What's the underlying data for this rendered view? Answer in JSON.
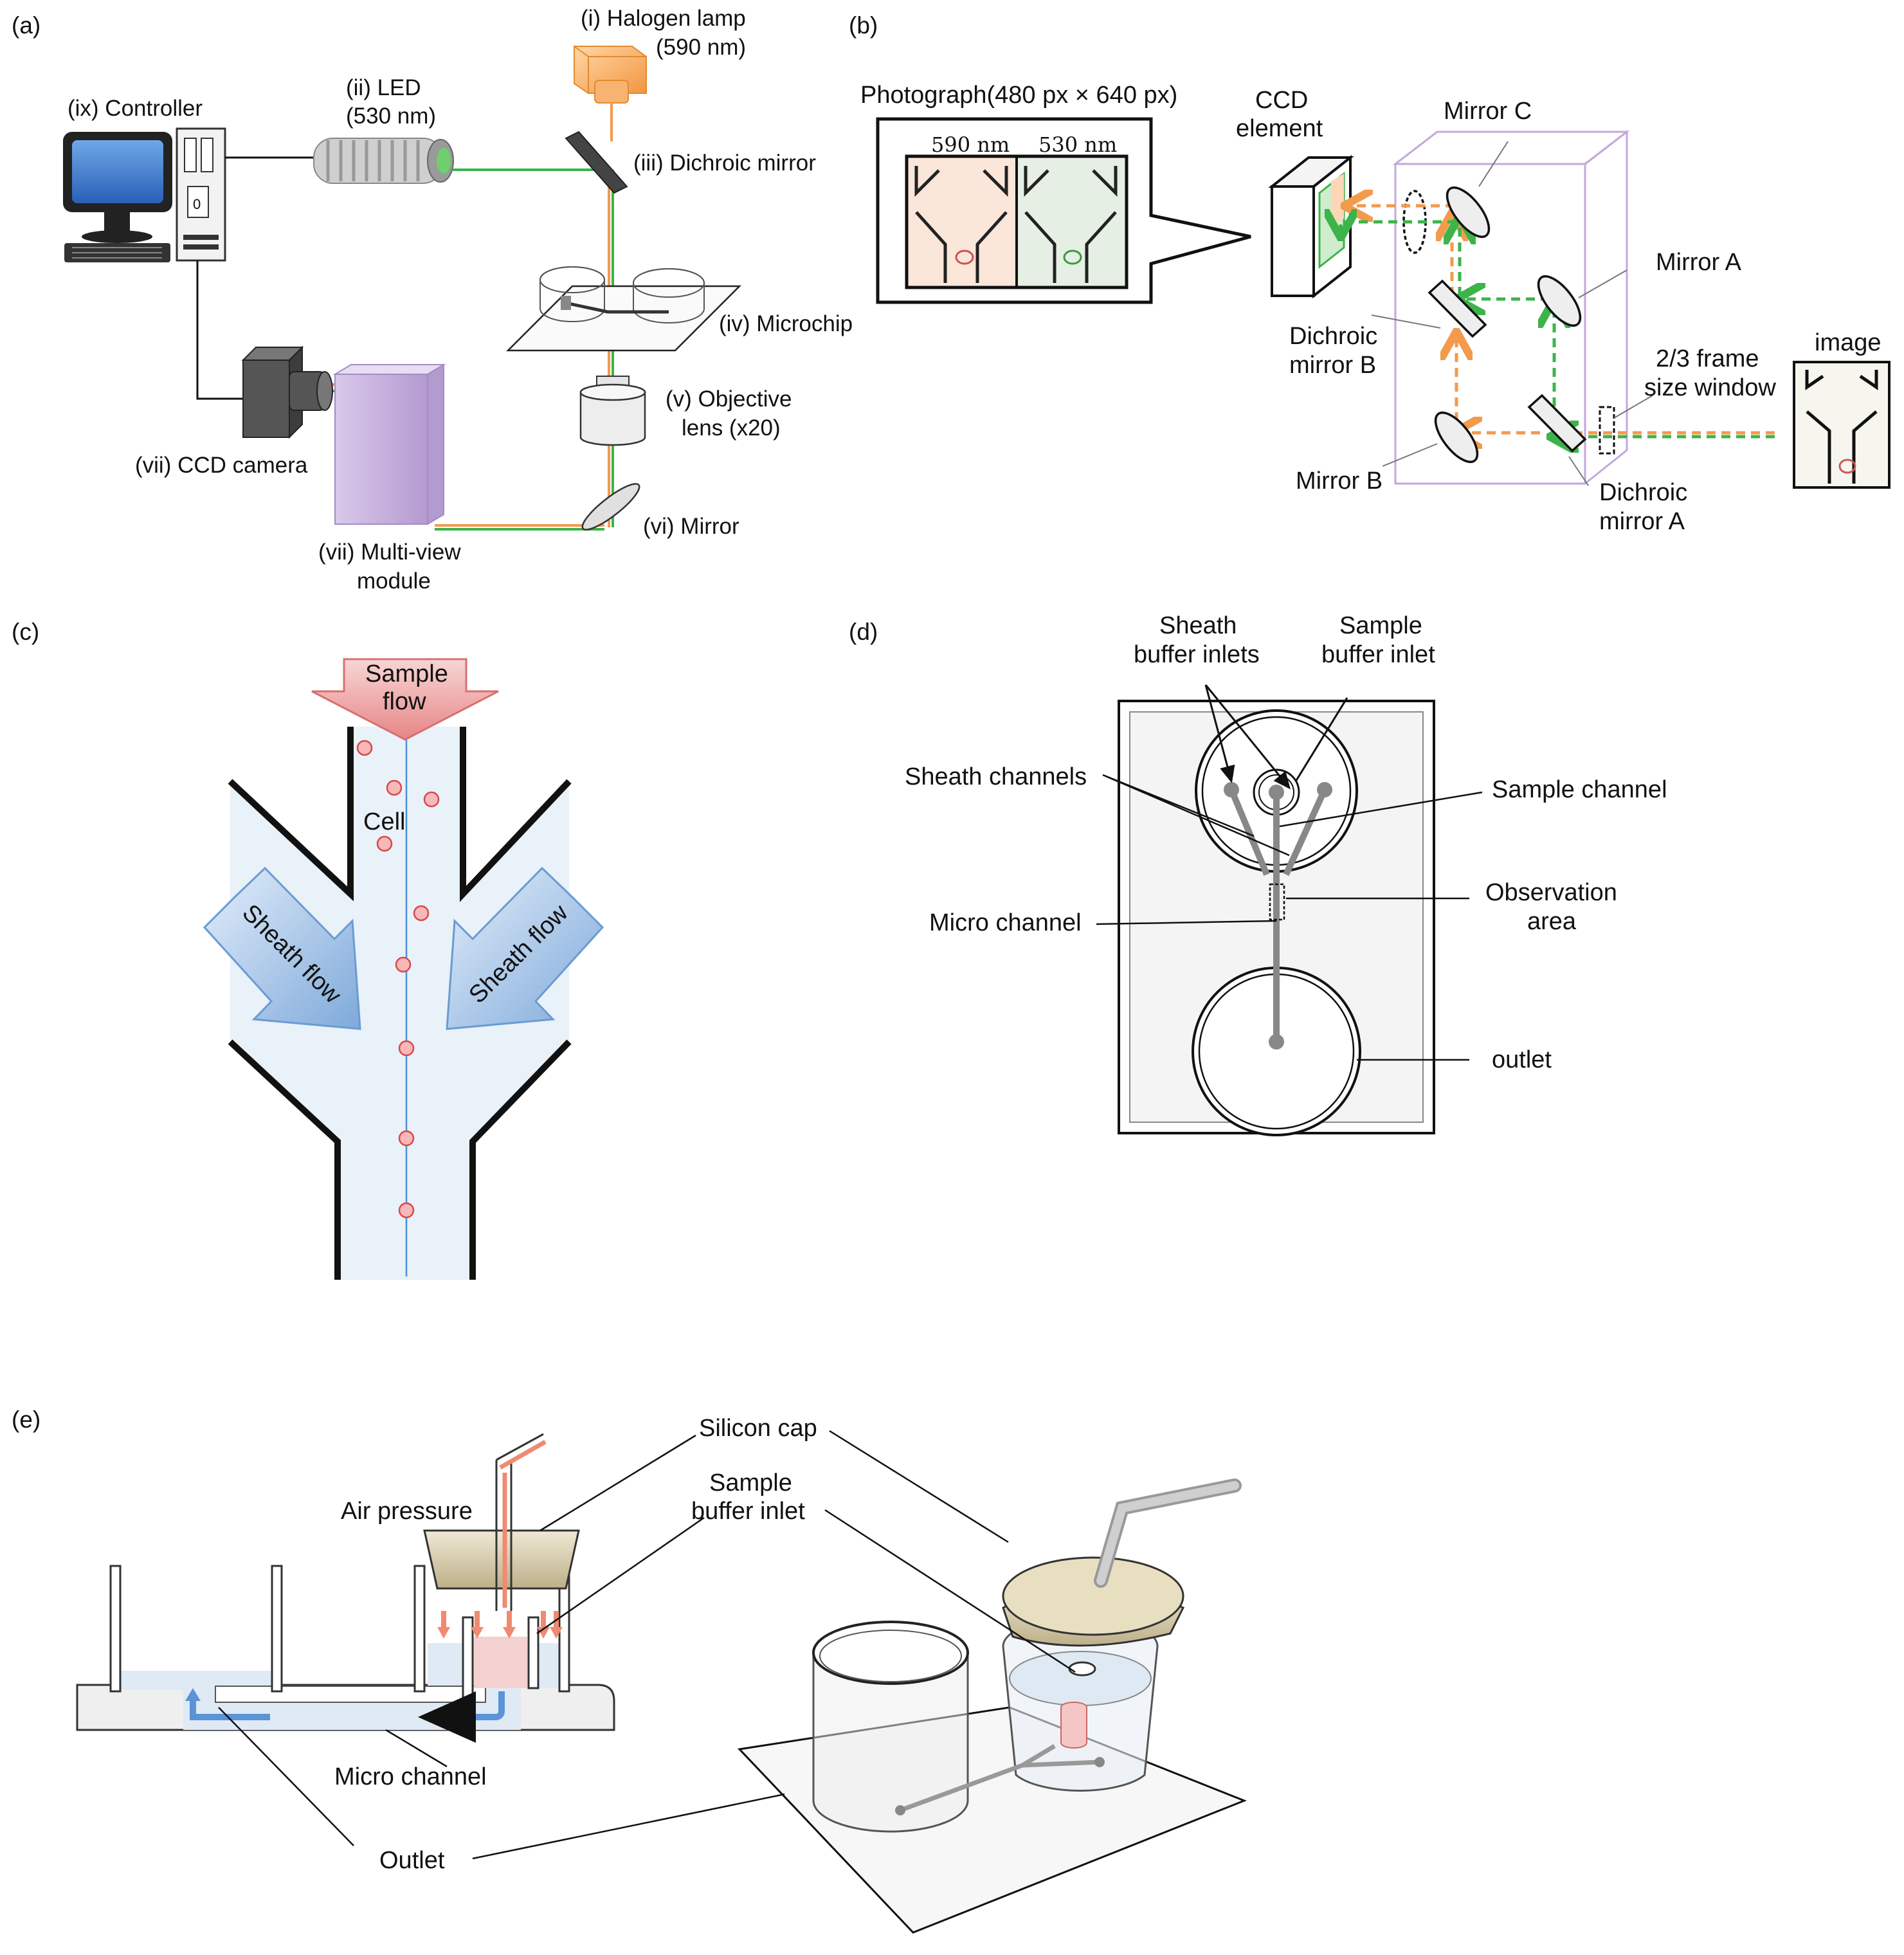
{
  "panels": {
    "a": "(a)",
    "b": "(b)",
    "c": "(c)",
    "d": "(d)",
    "e": "(e)"
  },
  "a": {
    "halogen_1": "(i) Halogen lamp",
    "halogen_2": "(590 nm)",
    "led_1": "(ii) LED",
    "led_2": "(530 nm)",
    "controller": "(ix) Controller",
    "dichroic": "(iii) Dichroic mirror",
    "microchip": "(iv) Microchip",
    "objective_1": "(v) Objective",
    "objective_2": "lens (x20)",
    "mirror": "(vi) Mirror",
    "ccd": "(vii) CCD camera",
    "multiview_1": "(vii) Multi-view",
    "multiview_2": "module",
    "screen_digit": "0"
  },
  "b": {
    "photo_title": "Photograph(480 px × 640 px)",
    "wl1": "590 nm",
    "wl2": "530 nm",
    "ccd_1": "CCD",
    "ccd_2": "element",
    "mirror_c": "Mirror C",
    "mirror_a": "Mirror A",
    "mirror_b": "Mirror B",
    "dm_b_1": "Dichroic",
    "dm_b_2": "mirror B",
    "dm_a_1": "Dichroic",
    "dm_a_2": "mirror A",
    "window_1": "2/3 frame",
    "window_2": "size window",
    "image": "image"
  },
  "c": {
    "sample_1": "Sample",
    "sample_2": "flow",
    "cell": "Cell",
    "sheath_left": "Sheath flow",
    "sheath_right": "Sheath flow"
  },
  "d": {
    "sheath_inlets_1": "Sheath",
    "sheath_inlets_2": "buffer inlets",
    "sample_inlet_1": "Sample",
    "sample_inlet_2": "buffer inlet",
    "sheath_channels": "Sheath channels",
    "sample_channel": "Sample channel",
    "micro_channel": "Micro channel",
    "observation_1": "Observation",
    "observation_2": "area",
    "outlet": "outlet"
  },
  "e": {
    "silicon_cap": "Silicon cap",
    "sample_inlet_1": "Sample",
    "sample_inlet_2": "buffer inlet",
    "air_pressure": "Air pressure",
    "micro_channel": "Micro channel",
    "outlet": "Outlet"
  },
  "colors": {
    "orange": "#f39a4c",
    "green": "#3db34a",
    "blue_fill": "#e9f1f9",
    "purple": "#c9b4dc",
    "red_cell": "#e06a6a"
  }
}
